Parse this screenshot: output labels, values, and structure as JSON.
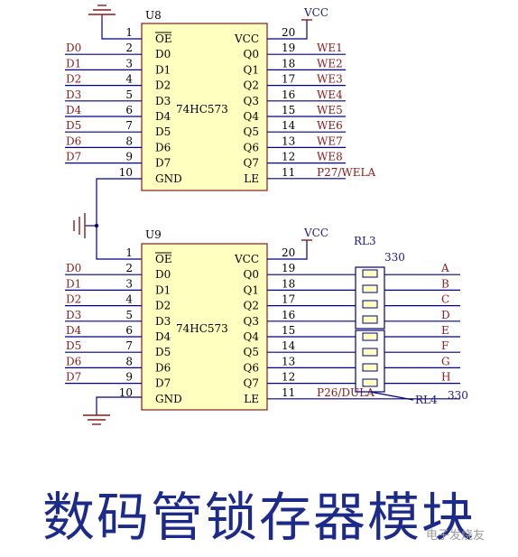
{
  "u8": {
    "ref": "U8",
    "part": "74HC573",
    "left_pins": [
      {
        "num": "1",
        "name": "OE",
        "net": ""
      },
      {
        "num": "2",
        "name": "D0",
        "net": "D0"
      },
      {
        "num": "3",
        "name": "D1",
        "net": "D1"
      },
      {
        "num": "4",
        "name": "D2",
        "net": "D2"
      },
      {
        "num": "5",
        "name": "D3",
        "net": "D3"
      },
      {
        "num": "6",
        "name": "D4",
        "net": "D4"
      },
      {
        "num": "7",
        "name": "D5",
        "net": "D5"
      },
      {
        "num": "8",
        "name": "D6",
        "net": "D6"
      },
      {
        "num": "9",
        "name": "D7",
        "net": "D7"
      },
      {
        "num": "10",
        "name": "GND",
        "net": ""
      }
    ],
    "right_pins": [
      {
        "num": "20",
        "name": "VCC",
        "net": ""
      },
      {
        "num": "19",
        "name": "Q0",
        "net": "WE1"
      },
      {
        "num": "18",
        "name": "Q1",
        "net": "WE2"
      },
      {
        "num": "17",
        "name": "Q2",
        "net": "WE3"
      },
      {
        "num": "16",
        "name": "Q3",
        "net": "WE4"
      },
      {
        "num": "15",
        "name": "Q4",
        "net": "WE5"
      },
      {
        "num": "14",
        "name": "Q5",
        "net": "WE6"
      },
      {
        "num": "13",
        "name": "Q6",
        "net": "WE7"
      },
      {
        "num": "12",
        "name": "Q7",
        "net": "WE8"
      },
      {
        "num": "11",
        "name": "LE",
        "net": "P27/WELA"
      }
    ]
  },
  "u9": {
    "ref": "U9",
    "part": "74HC573",
    "left_pins": [
      {
        "num": "1",
        "name": "OE",
        "net": ""
      },
      {
        "num": "2",
        "name": "D0",
        "net": "D0"
      },
      {
        "num": "3",
        "name": "D1",
        "net": "D1"
      },
      {
        "num": "4",
        "name": "D2",
        "net": "D2"
      },
      {
        "num": "5",
        "name": "D3",
        "net": "D3"
      },
      {
        "num": "6",
        "name": "D4",
        "net": "D4"
      },
      {
        "num": "7",
        "name": "D5",
        "net": "D5"
      },
      {
        "num": "8",
        "name": "D6",
        "net": "D6"
      },
      {
        "num": "9",
        "name": "D7",
        "net": "D7"
      },
      {
        "num": "10",
        "name": "GND",
        "net": ""
      }
    ],
    "right_pins": [
      {
        "num": "20",
        "name": "VCC",
        "net": ""
      },
      {
        "num": "19",
        "name": "Q0",
        "net": "A"
      },
      {
        "num": "18",
        "name": "Q1",
        "net": "B"
      },
      {
        "num": "17",
        "name": "Q2",
        "net": "C"
      },
      {
        "num": "16",
        "name": "Q3",
        "net": "D"
      },
      {
        "num": "15",
        "name": "Q4",
        "net": "E"
      },
      {
        "num": "14",
        "name": "Q5",
        "net": "F"
      },
      {
        "num": "13",
        "name": "Q6",
        "net": "G"
      },
      {
        "num": "12",
        "name": "Q7",
        "net": "H"
      },
      {
        "num": "11",
        "name": "LE",
        "net": "P26/DULA"
      }
    ]
  },
  "vcc_label": "VCC",
  "rl3": {
    "ref": "RL3",
    "value": "330"
  },
  "rl4": {
    "ref": "RL4",
    "value": "330"
  },
  "title": "数码管锁存器模块",
  "watermark": "电子发烧友",
  "colors": {
    "wire": "#000080",
    "symbol": "#8B1A1A",
    "net_label": "#8B1A1A",
    "ic_fill": "#FFFFC0",
    "ic_border": "#8B1A1A",
    "title": "#1C2A8A"
  }
}
